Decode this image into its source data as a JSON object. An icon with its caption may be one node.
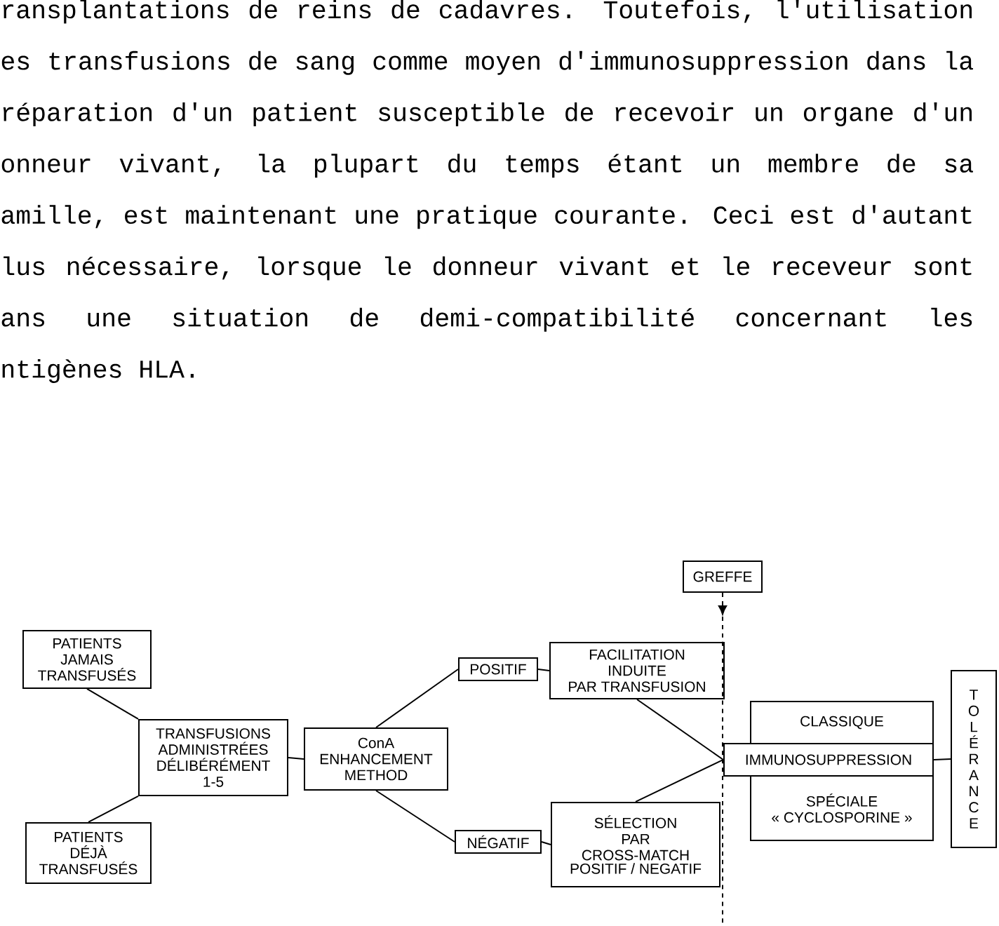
{
  "diagram": {
    "nodes": [
      {
        "text": [
          "GREFFE"
        ]
      },
      {
        "text": [
          "PATIENTS JAMAIS TRANSFUSÉS"
        ]
      },
      {
        "text": [
          "TRANSFUSIONS ADMINISTRÉES DÉLIBÉRÉMENT 1-5"
        ]
      },
      {
        "text": [
          "PATIENTS DÉJÀ TRANSFUSÉS"
        ]
      },
      {
        "text": [
          "ConA ENHANCEMENT METHOD"
        ]
      },
      {
        "text": [
          "POSITIF"
        ]
      },
      {
        "text": [
          "NÉGATIF"
        ]
      },
      {
        "text": [
          "FACILITATION INDUITE PAR TRANSFUSION"
        ]
      },
      {
        "text": [
          "SÉLECTION PAR CROSS-MATCH",
          "POSITIF / NEGATIF"
        ]
      },
      {
        "text": [
          "CLASSIQUE"
        ]
      },
      {
        "text": [
          "IMMUNOSUPPRESSION"
        ]
      },
      {
        "text": [
          "SPÉCIALE « CYCLOSPORINE »"
        ]
      },
      {
        "text": [
          "TOLÉRANCE"
        ]
      }
    ],
    "edges": [
      {
        "from": 0,
        "to": null,
        "arrow": "to",
        "style": "dashed"
      },
      {
        "from": 1,
        "to": 2,
        "arrow": "none"
      },
      {
        "from": 3,
        "to": 2,
        "arrow": "none"
      },
      {
        "from": 2,
        "to": 4,
        "arrow": "none"
      },
      {
        "from": 4,
        "to": 5,
        "arrow": "none"
      },
      {
        "from": 4,
        "to": 6,
        "arrow": "none"
      },
      {
        "from": 5,
        "to": 7,
        "arrow": "none"
      },
      {
        "from": 6,
        "to": 8,
        "arrow": "none"
      },
      {
        "from": 7,
        "to": 10,
        "arrow": "none"
      },
      {
        "from": 8,
        "to": 10,
        "arrow": "none"
      },
      {
        "from": 10,
        "to": 12,
        "arrow": "none"
      }
    ],
    "labels": [
      "ransplantations de reins de cadavres. Toutefois, l'utilisation",
      "es transfusions de sang comme moyen d'immunosuppression dans la",
      "réparation d'un patient susceptible de recevoir un organe d'un",
      "onneur vivant, la plupart du temps étant un membre de sa",
      "amille, est maintenant une pratique courante. Ceci est d'autant",
      "lus nécessaire, lorsque le donneur vivant et le receveur sont",
      "ans une situation de demi-compatibilité concernant les",
      "ntigènes HLA."
    ]
  }
}
